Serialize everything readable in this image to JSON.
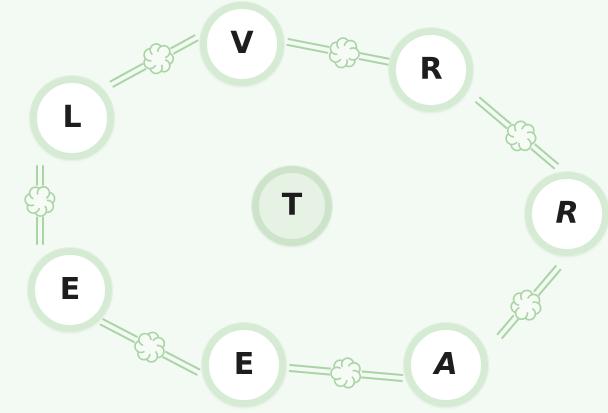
{
  "puzzle": {
    "center_letter": "T",
    "ring_letters": [
      "V",
      "R",
      "R",
      "A",
      "E",
      "E",
      "L"
    ]
  },
  "colors": {
    "background": "#f3f9f3",
    "tile_ring": "#d6ebd4",
    "center_fill": "#e6f2e4",
    "link": "#a9d4a4",
    "letter": "#1d1d1d"
  },
  "icons": [
    "leaf-connector-icon"
  ]
}
